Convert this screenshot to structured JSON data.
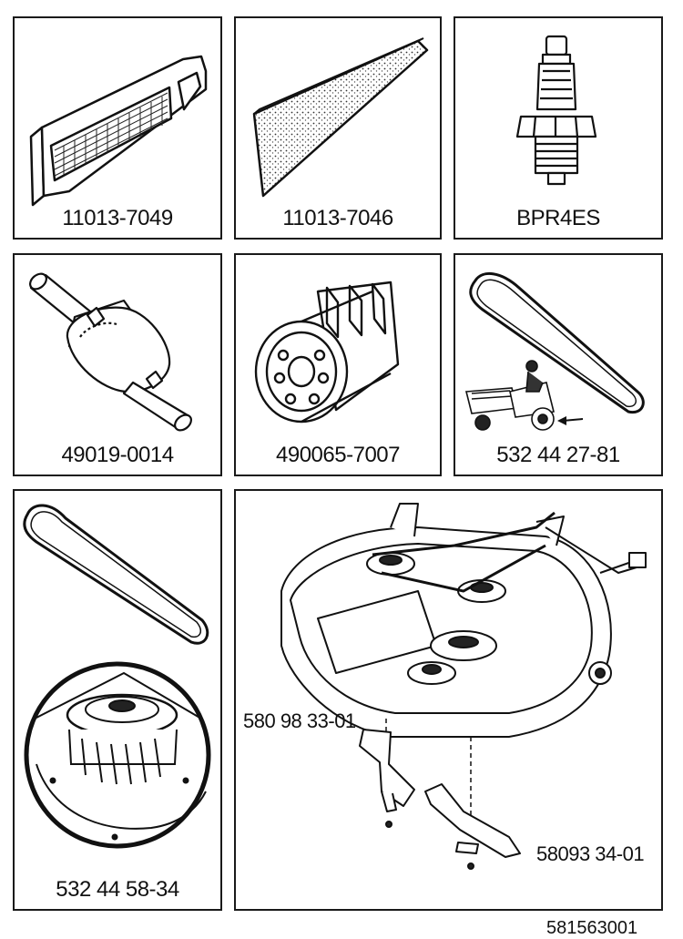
{
  "panels": [
    {
      "label": "11013-7049"
    },
    {
      "label": "11013-7046"
    },
    {
      "label": "BPR4ES"
    },
    {
      "label": "49019-0014"
    },
    {
      "label": "490065-7007"
    },
    {
      "label": "532 44 27-81"
    },
    {
      "label": "532 44 58-34"
    },
    {
      "label": ""
    }
  ],
  "deck": {
    "callout_left": "580 98 33-01",
    "callout_right": "58093 34-01"
  },
  "footer": "581563001"
}
